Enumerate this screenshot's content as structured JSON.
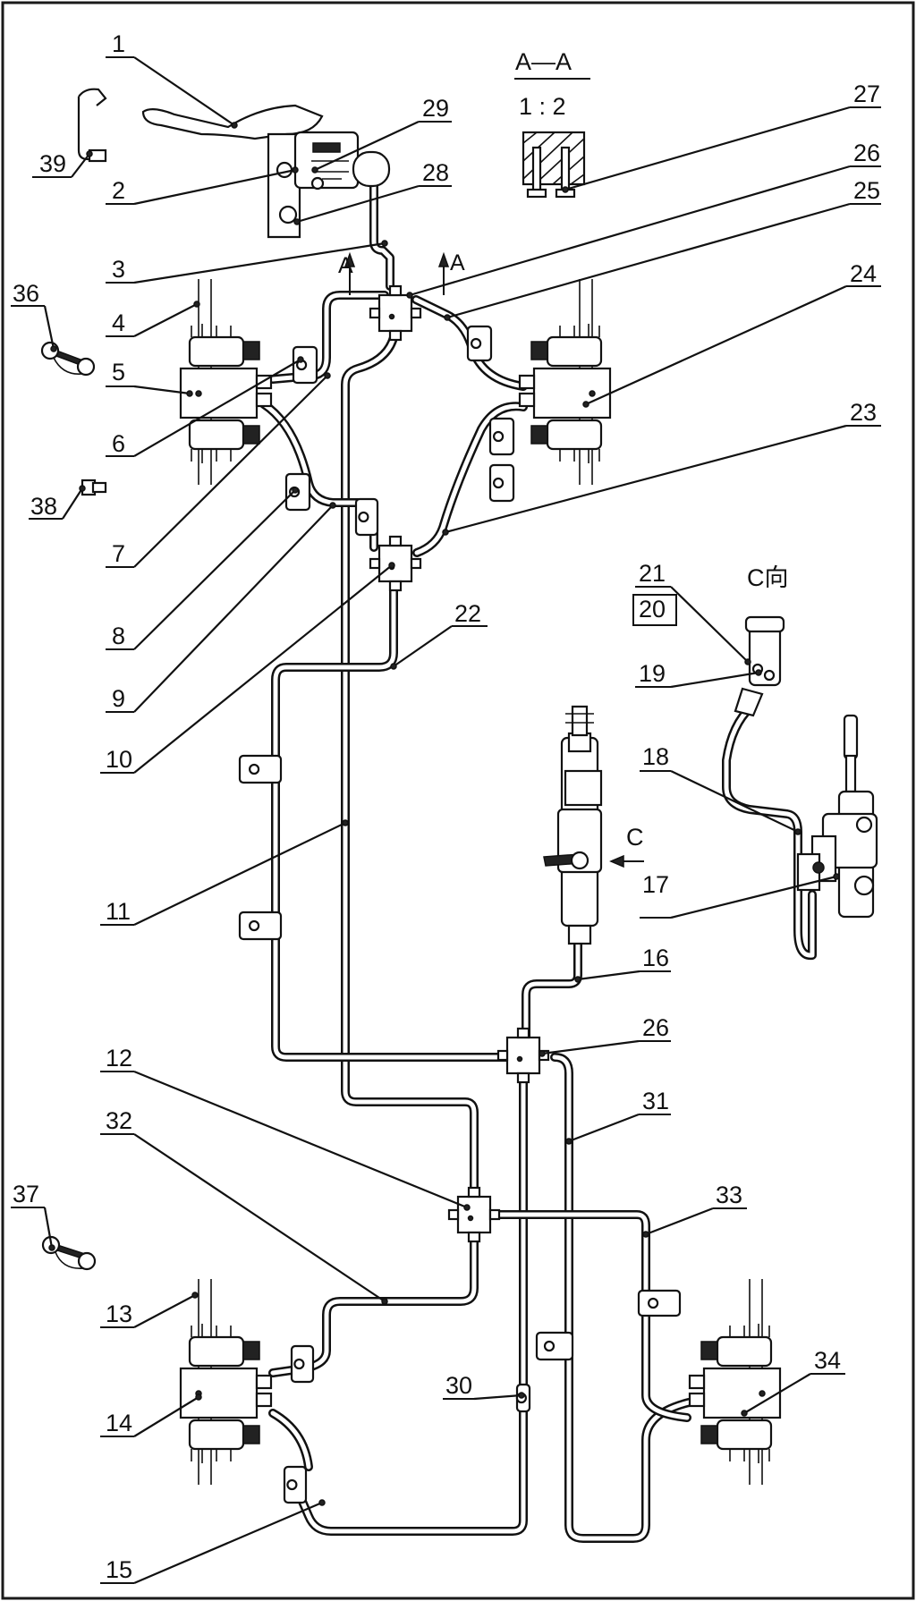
{
  "callouts": [
    "1",
    "2",
    "3",
    "4",
    "5",
    "6",
    "7",
    "8",
    "9",
    "10",
    "11",
    "12",
    "13",
    "14",
    "15",
    "16",
    "17",
    "18",
    "19",
    "20",
    "21",
    "22",
    "23",
    "24",
    "25",
    "26",
    "26",
    "27",
    "28",
    "29",
    "30",
    "31",
    "32",
    "33",
    "34",
    "36",
    "37",
    "38",
    "39"
  ],
  "section": {
    "title": "A—A",
    "scale": "1 : 2"
  },
  "view_marks": {
    "section_arrow_left": "A",
    "section_arrow_right": "A",
    "direction_arrow": "C",
    "direction_view": "C向"
  }
}
